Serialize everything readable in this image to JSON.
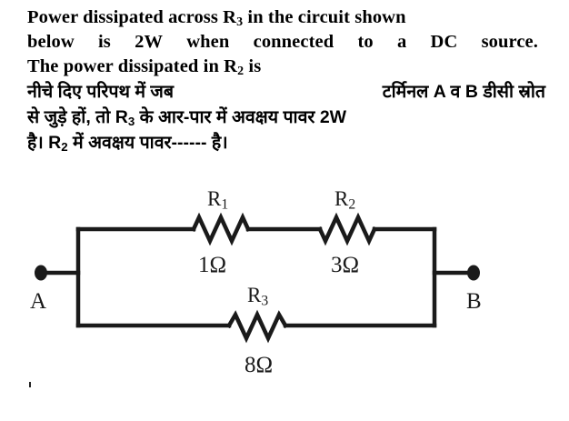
{
  "question": {
    "english": [
      "Power dissipated across R3 in the circuit shown",
      "below is 2W when connected to a DC source.",
      "The power dissipated in R2 is"
    ],
    "english_parts": {
      "line1_a": "Power dissipated across R",
      "line1_sub": "3",
      "line1_b": " in the circuit shown",
      "line2_words": [
        "below",
        "is",
        "2W",
        "when",
        "connected",
        "to",
        "a",
        "DC",
        "source."
      ],
      "line3_a": "The power dissipated in R",
      "line3_sub": "2",
      "line3_b": " is"
    },
    "hindi": [
      "नीचे दिए परिपथ में जब टर्मिनल A व B डीसी स्रोत",
      "से जुड़े हों, तो R3 के आर-पार में अवक्षय पावर 2W",
      "है। R2 में अवक्षय पावर------ है।"
    ],
    "hindi_parts": {
      "line1_left": "नीचे दिए परिपथ में जब",
      "line1_right": "टर्मिनल A व B डीसी स्रोत",
      "line2_a": "से जुड़े हों, तो R",
      "line2_sub": "3",
      "line2_b": " के आर-पार में अवक्षय पावर 2W",
      "line3_a": "है। R",
      "line3_sub": "2",
      "line3_b": " में अवक्षय पावर------ है।"
    }
  },
  "circuit": {
    "title": "Resistor network between terminals A and B",
    "terminals": [
      {
        "id": "A",
        "label": "A"
      },
      {
        "id": "B",
        "label": "B"
      }
    ],
    "resistors": [
      {
        "id": "R1",
        "name": "R",
        "index": "1",
        "value": "1Ω",
        "ohms": 1,
        "branch": "top-left"
      },
      {
        "id": "R2",
        "name": "R",
        "index": "2",
        "value": "3Ω",
        "ohms": 3,
        "branch": "top-right"
      },
      {
        "id": "R3",
        "name": "R",
        "index": "3",
        "value": "8Ω",
        "ohms": 8,
        "branch": "bottom"
      }
    ],
    "topology": "R1 and R2 in series on the upper branch, in parallel with R3 on the lower branch, between terminals A and B",
    "wire_color": "#1a1a1a"
  }
}
